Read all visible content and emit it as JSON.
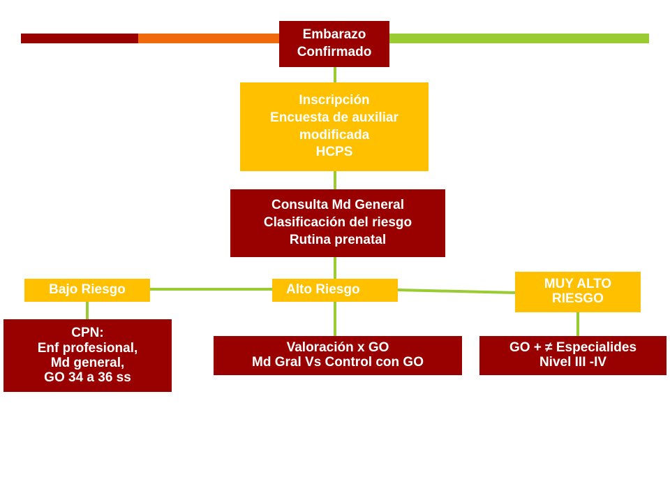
{
  "colors": {
    "dark_red": "#990000",
    "orange": "#ee6a0c",
    "yellow": "#ffc000",
    "green": "#99cc33",
    "white": "#ffffff"
  },
  "nodes": {
    "embarazo": {
      "line1": "Embarazo",
      "line2": "Confirmado"
    },
    "inscripcion": {
      "line1": "Inscripción",
      "line2": "Encuesta de auxiliar",
      "line3": "modificada",
      "line4": "HCPS"
    },
    "consulta": {
      "line1": "Consulta Md General",
      "line2": "Clasificación del riesgo",
      "line3": "Rutina prenatal"
    },
    "bajo_riesgo": {
      "line1": "Bajo Riesgo"
    },
    "alto_riesgo": {
      "line1": "Alto Riesgo"
    },
    "muy_alto_riesgo": {
      "line1": "MUY ALTO",
      "line2": "RIESGO"
    },
    "cpn": {
      "line1": "CPN:",
      "line2": "Enf profesional,",
      "line3": "Md general,",
      "line4": "GO 34 a 36 ss"
    },
    "valoracion": {
      "line1": "Valoración x GO",
      "line2": "Md Gral Vs Control con GO"
    },
    "go_especialidades": {
      "line1": "GO +  ≠ Especialides",
      "line2": "Nivel III -IV"
    }
  }
}
